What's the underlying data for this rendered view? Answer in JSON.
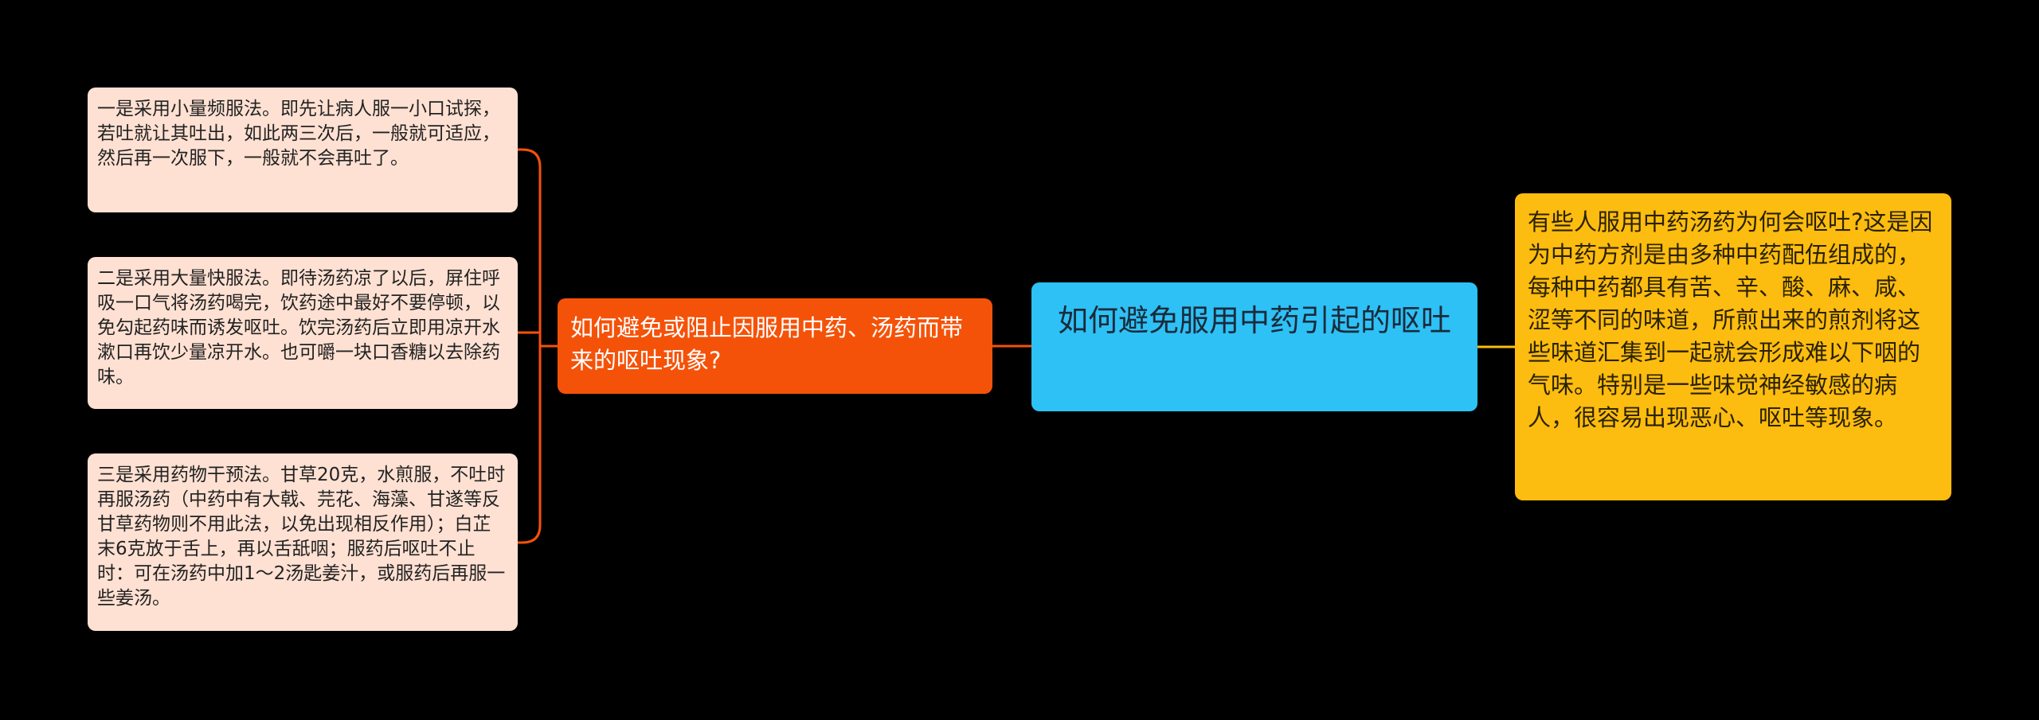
{
  "colors": {
    "background": "#000000",
    "central": "#2ec1f5",
    "right_note": "#fdbc10",
    "branch": "#f55209",
    "leaf": "#ffe1d3",
    "branch_connector": "#f55209",
    "right_connector": "#fdbc10"
  },
  "central": {
    "text": "如何避免服用中药引起的呕吐"
  },
  "right_note": {
    "text": "有些人服用中药汤药为何会呕吐?这是因为中药方剂是由多种中药配伍组成的，每种中药都具有苦、辛、酸、麻、咸、涩等不同的味道，所煎出来的煎剂将这些味道汇集到一起就会形成难以下咽的气味。特别是一些味觉神经敏感的病人，很容易出现恶心、呕吐等现象。"
  },
  "branch": {
    "text": "如何避免或阻止因服用中药、汤药而带来的呕吐现象?"
  },
  "leaves": [
    {
      "text": "一是采用小量频服法。即先让病人服一小口试探，若吐就让其吐出，如此两三次后，一般就可适应，然后再一次服下，一般就不会再吐了。"
    },
    {
      "text": "二是采用大量快服法。即待汤药凉了以后，屏住呼吸一口气将汤药喝完，饮药途中最好不要停顿，以免勾起药味而诱发呕吐。饮完汤药后立即用凉开水漱口再饮少量凉开水。也可嚼一块口香糖以去除药味。"
    },
    {
      "text": "三是采用药物干预法。甘草20克，水煎服，不吐时再服汤药（中药中有大戟、芫花、海藻、甘遂等反甘草药物则不用此法，以免出现相反作用）；白芷末6克放于舌上，再以舌舐咽；服药后呕吐不止时：可在汤药中加1～2汤匙姜汁，或服药后再服一些姜汤。"
    }
  ]
}
